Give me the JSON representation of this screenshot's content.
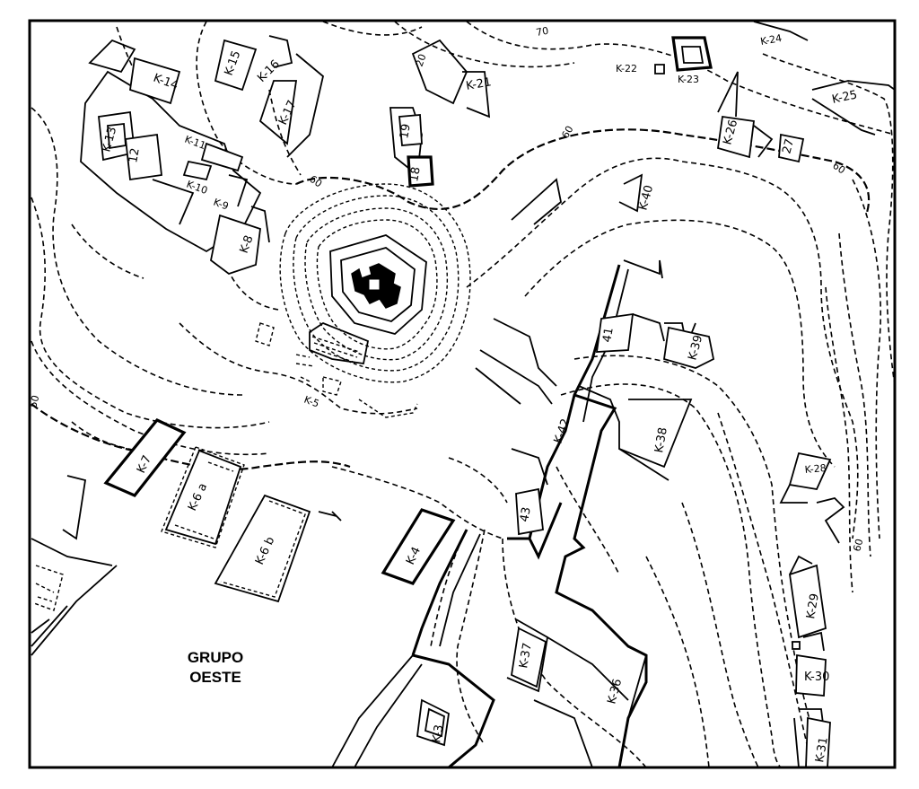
{
  "map": {
    "area_label_line1": "GRUPO",
    "area_label_line2": "OESTE",
    "contour_labels": [
      "70",
      "60",
      "60",
      "60",
      "50",
      "60"
    ],
    "structures": {
      "k14": "K-14",
      "k15": "K-15",
      "k16": "K-16",
      "k17": "K-17",
      "k13": "K-13",
      "k12": "12",
      "k11": "K-11",
      "k10": "K-10",
      "k9": "K-9",
      "k8": "K-8",
      "k19": "19",
      "k18": "18",
      "k20": "20",
      "k21": "K-21",
      "k22": "K-22",
      "k23": "K-23",
      "k24": "K-24",
      "k25": "K-25",
      "k26": "K-26",
      "k27": "27",
      "k40": "K-40",
      "k41": "41",
      "k39": "K-39",
      "k38": "K-38",
      "k42": "K-42",
      "k43": "43",
      "k4": "K-4",
      "k7": "K-7",
      "k6a": "K-6 a",
      "k6b": "K-6 b",
      "k5": "K-5",
      "k37": "K-37",
      "k36": "K-36",
      "k3": "K-3",
      "k28": "K-28",
      "k29": "K-29",
      "k30": "K-30",
      "k31": "K-31"
    }
  }
}
